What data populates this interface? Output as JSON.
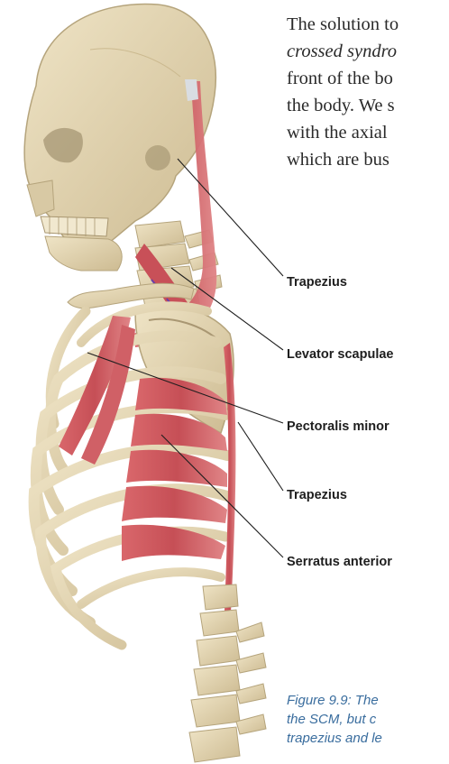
{
  "body_text": {
    "line1": "The solution to",
    "line2": "crossed syndro",
    "line3": "front of the bo",
    "line4": "the body. We s",
    "line5": "with the axial",
    "line6": "which are bus"
  },
  "labels": {
    "trapezius_upper": "Trapezius",
    "levator_scapulae": "Levator scapulae",
    "pectoralis_minor": "Pectoralis minor",
    "trapezius_lower": "Trapezius",
    "serratus_anterior": "Serratus anterior"
  },
  "caption": {
    "line1": "Figure 9.9: The",
    "line2": "the SCM, but c",
    "line3": "trapezius and le"
  },
  "colors": {
    "bone": "#e6d9b8",
    "bone_shadow": "#c4b38c",
    "muscle": "#c9545a",
    "muscle_light": "#e07c7e",
    "caption": "#3a6d9e"
  }
}
